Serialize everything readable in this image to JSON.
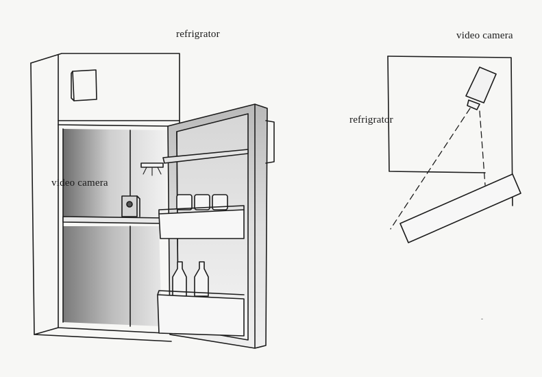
{
  "labels": {
    "fridge_title": "refrigrator",
    "fridge_camera": "video camera",
    "plan_camera": "video camera",
    "plan_fridge": "refrigrator"
  },
  "colors": {
    "ink": "#1c1c1c",
    "paper": "#f7f7f5",
    "shade": "#8a8a8a"
  }
}
